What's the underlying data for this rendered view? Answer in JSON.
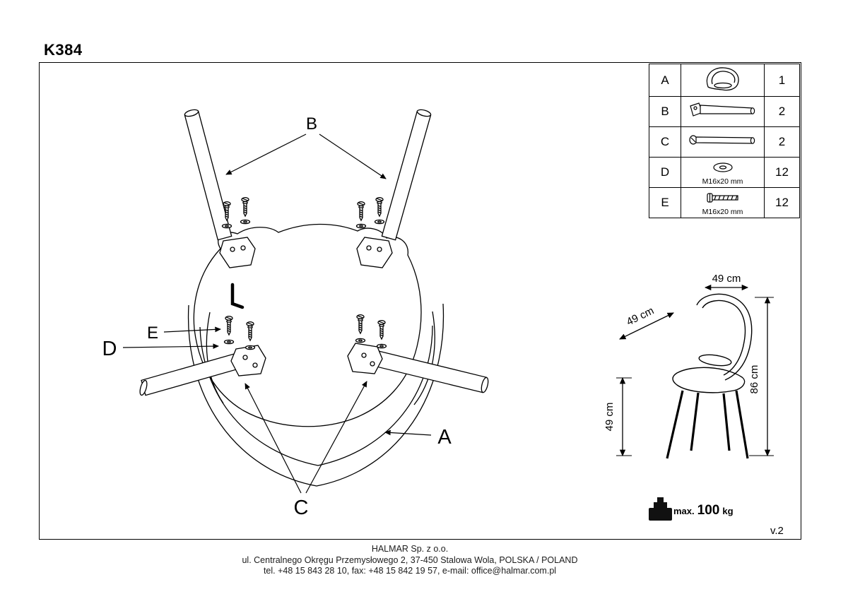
{
  "title": {
    "model": "K384",
    "version": "v.2"
  },
  "diagram": {
    "labels": {
      "A": "A",
      "B": "B",
      "C": "C",
      "D": "D",
      "E": "E"
    }
  },
  "parts_table": {
    "rows": [
      {
        "letter": "A",
        "qty": "1",
        "spec": ""
      },
      {
        "letter": "B",
        "qty": "2",
        "spec": ""
      },
      {
        "letter": "C",
        "qty": "2",
        "spec": ""
      },
      {
        "letter": "D",
        "qty": "12",
        "spec": "M16x20 mm"
      },
      {
        "letter": "E",
        "qty": "12",
        "spec": "M16x20 mm"
      }
    ]
  },
  "dimensions": {
    "width": "49 cm",
    "depth": "49 cm",
    "height": "86 cm",
    "seat_height": "49 cm"
  },
  "weight_limit": {
    "prefix": "max.",
    "value": "100",
    "unit": "kg"
  },
  "footer": {
    "line1": "HALMAR Sp. z o.o.",
    "line2": "ul. Centralnego Okręgu Przemysłowego 2, 37-450 Stalowa Wola, POLSKA / POLAND",
    "line3": "tel. +48 15 843 28 10, fax: +48 15 842 19 57, e-mail: office@halmar.com.pl"
  }
}
